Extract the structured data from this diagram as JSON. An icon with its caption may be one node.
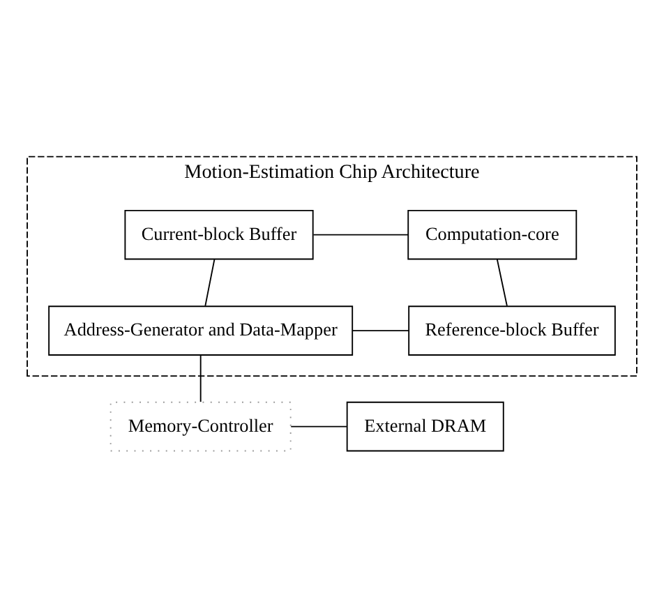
{
  "diagram": {
    "nodes": [
      {
        "text": [
          "Motion-Estimation Chip Architecture"
        ]
      },
      {
        "text": [
          "Current-block Buffer"
        ],
        "in": 0
      },
      {
        "text": [
          "Computation-core"
        ],
        "in": 0
      },
      {
        "text": [
          "Address-Generator and Data-Mapper"
        ],
        "in": 0
      },
      {
        "text": [
          "Reference-block Buffer"
        ],
        "in": 0
      },
      {
        "text": [
          "Memory-Controller"
        ]
      },
      {
        "text": [
          "External DRAM"
        ]
      }
    ],
    "edges": [
      {
        "from": 1,
        "to": 2,
        "arrow": "none"
      },
      {
        "from": 1,
        "to": 3,
        "arrow": "none"
      },
      {
        "from": 2,
        "to": 4,
        "arrow": "none"
      },
      {
        "from": 3,
        "to": 4,
        "arrow": "none"
      },
      {
        "from": 3,
        "to": 5,
        "arrow": "none"
      },
      {
        "from": 5,
        "to": 6,
        "arrow": "none"
      }
    ]
  }
}
